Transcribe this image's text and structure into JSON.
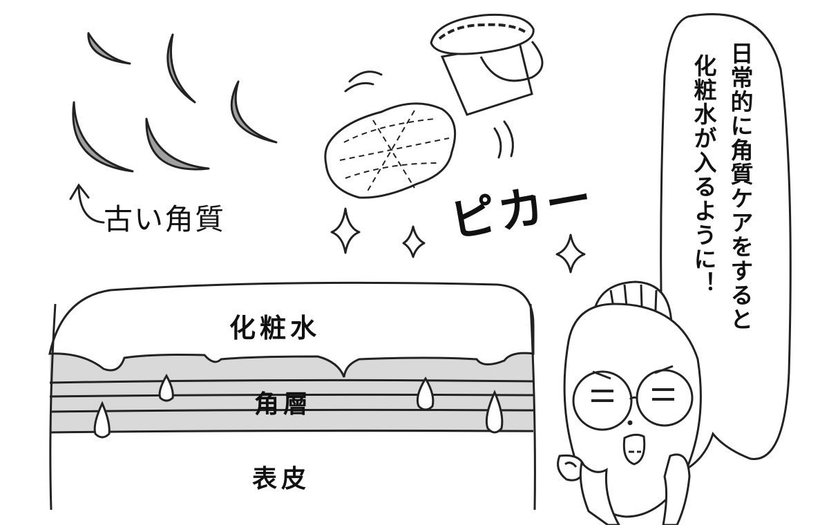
{
  "labels": {
    "toner": "化粧水",
    "stratum_corneum": "角層",
    "epidermis": "表皮",
    "old_keratin": "古い角質",
    "sound_effect": "ピカー"
  },
  "speech": {
    "line1": "日常的に角質ケアをすると",
    "line2": "化粧水が入るように！"
  },
  "colors": {
    "ink": "#111111",
    "flake_fill": "#a0a0a0",
    "stratum_fill": "#d9d9d9",
    "background": "#ffffff"
  }
}
